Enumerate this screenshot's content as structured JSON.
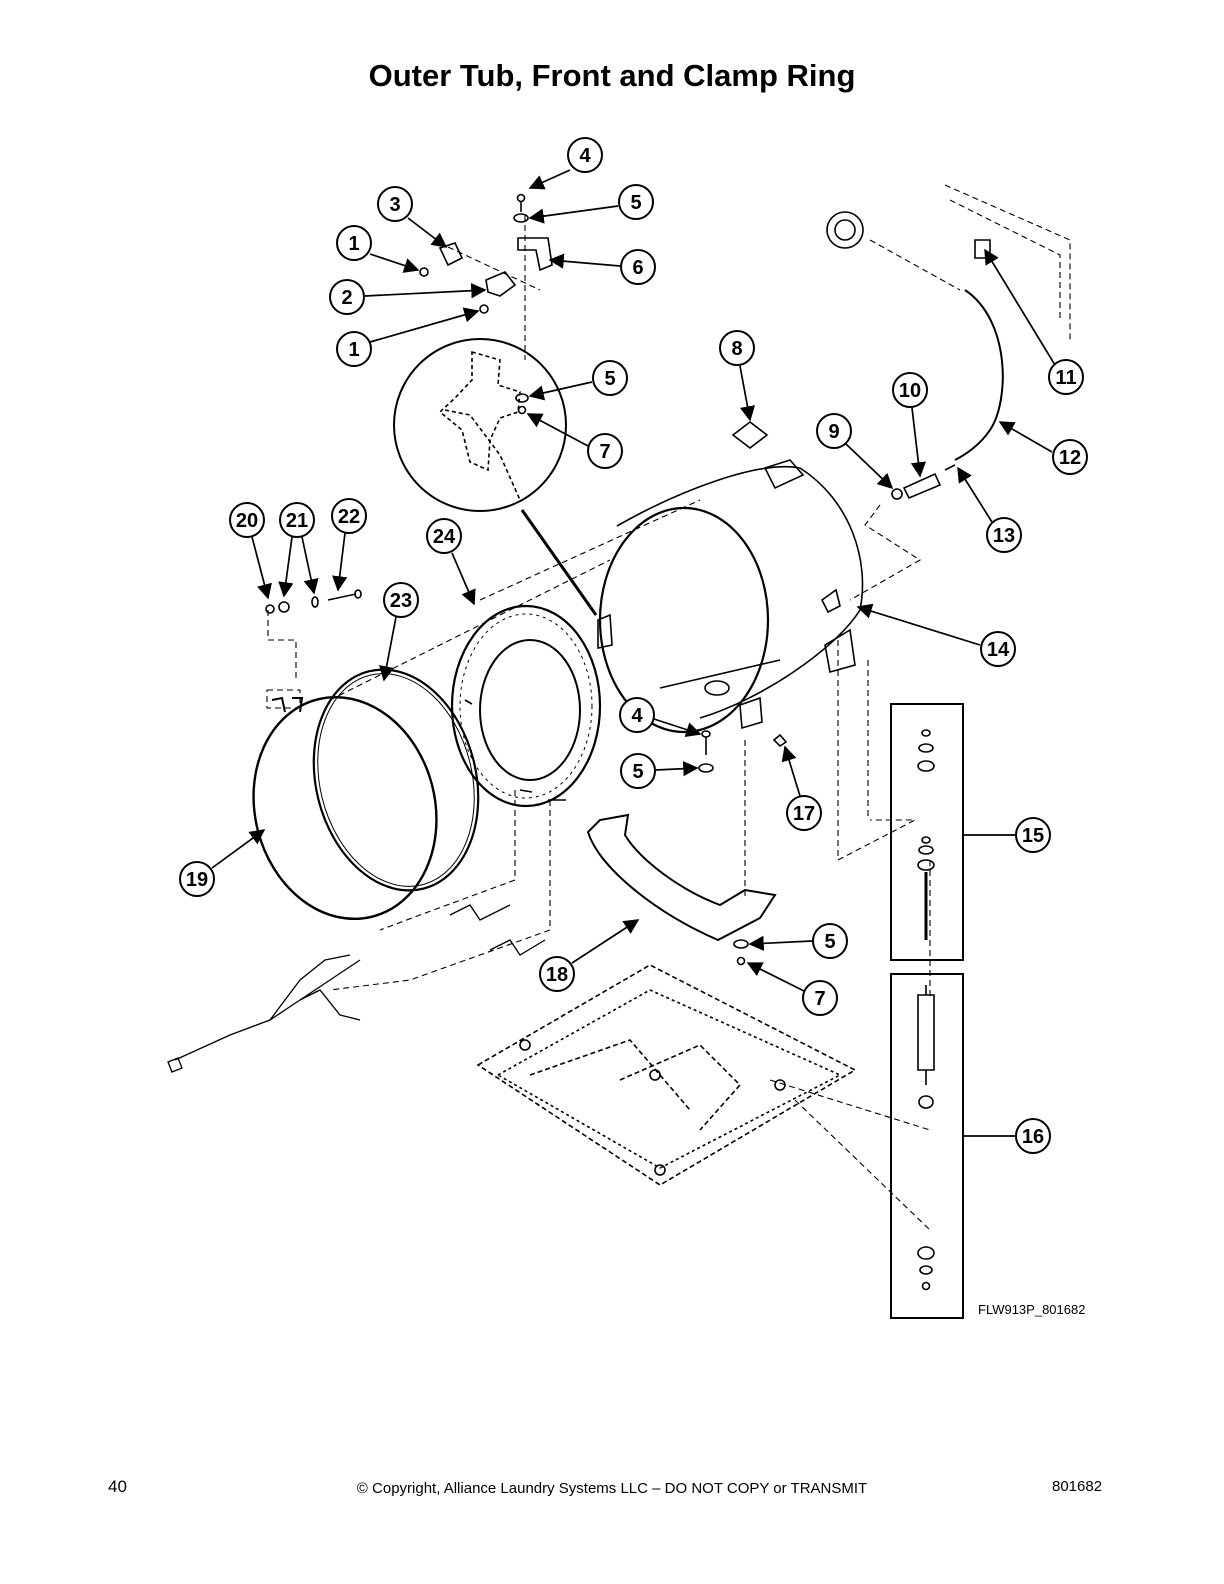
{
  "page": {
    "title": "Outer Tub, Front and Clamp Ring",
    "figure_code": "FLW913P_801682",
    "page_number": "40",
    "copyright": "© Copyright, Alliance Laundry Systems LLC – DO NOT COPY or TRANSMIT",
    "doc_number": "801682"
  },
  "callouts": [
    {
      "id": "c4a",
      "label": "4"
    },
    {
      "id": "c5a",
      "label": "5"
    },
    {
      "id": "c3",
      "label": "3"
    },
    {
      "id": "c1a",
      "label": "1"
    },
    {
      "id": "c6",
      "label": "6"
    },
    {
      "id": "c2",
      "label": "2"
    },
    {
      "id": "c1b",
      "label": "1"
    },
    {
      "id": "c5b",
      "label": "5"
    },
    {
      "id": "c7a",
      "label": "7"
    },
    {
      "id": "c8",
      "label": "8"
    },
    {
      "id": "c9",
      "label": "9"
    },
    {
      "id": "c10",
      "label": "10"
    },
    {
      "id": "c11",
      "label": "11"
    },
    {
      "id": "c12",
      "label": "12"
    },
    {
      "id": "c13",
      "label": "13"
    },
    {
      "id": "c14",
      "label": "14"
    },
    {
      "id": "c20",
      "label": "20"
    },
    {
      "id": "c21",
      "label": "21"
    },
    {
      "id": "c22",
      "label": "22"
    },
    {
      "id": "c24",
      "label": "24"
    },
    {
      "id": "c23",
      "label": "23"
    },
    {
      "id": "c4b",
      "label": "4"
    },
    {
      "id": "c5c",
      "label": "5"
    },
    {
      "id": "c17",
      "label": "17"
    },
    {
      "id": "c15",
      "label": "15"
    },
    {
      "id": "c19",
      "label": "19"
    },
    {
      "id": "c5d",
      "label": "5"
    },
    {
      "id": "c18",
      "label": "18"
    },
    {
      "id": "c7b",
      "label": "7"
    },
    {
      "id": "c16",
      "label": "16"
    }
  ]
}
